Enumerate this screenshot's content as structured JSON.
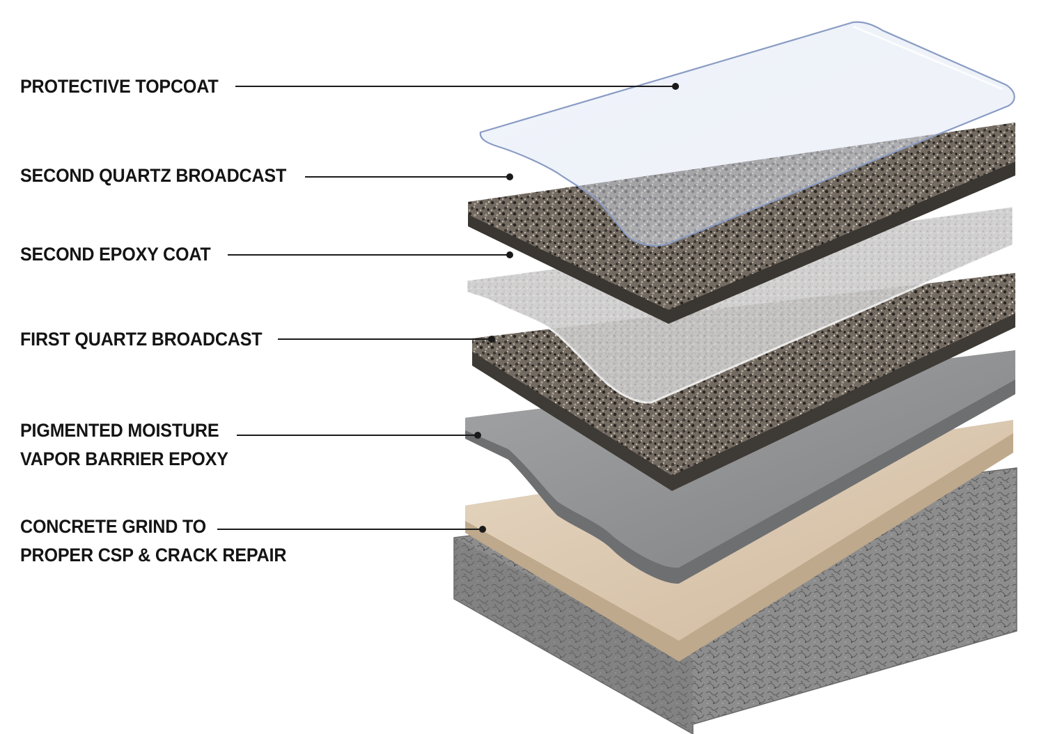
{
  "diagram": {
    "layers": [
      {
        "id": "topcoat",
        "lines": [
          "PROTECTIVE TOPCOAT"
        ]
      },
      {
        "id": "quartz2",
        "lines": [
          "SECOND QUARTZ BROADCAST"
        ]
      },
      {
        "id": "epoxy2",
        "lines": [
          "SECOND EPOXY COAT"
        ]
      },
      {
        "id": "quartz1",
        "lines": [
          "FIRST QUARTZ BROADCAST"
        ]
      },
      {
        "id": "barrier",
        "lines": [
          "PIGMENTED MOISTURE",
          "VAPOR BARRIER EPOXY"
        ]
      },
      {
        "id": "concrete",
        "lines": [
          "CONCRETE GRIND TO",
          "PROPER CSP & CRACK REPAIR"
        ]
      }
    ]
  },
  "colors": {
    "label_text": "#141414",
    "leader_line": "#1a1a1a",
    "topcoat": "#dfe6f3",
    "quartz": "#6f675e",
    "epoxy_clear": "#e9eaec",
    "barrier": "#8f9092",
    "primer": "#dccab3",
    "concrete": "#8d8d8d"
  }
}
